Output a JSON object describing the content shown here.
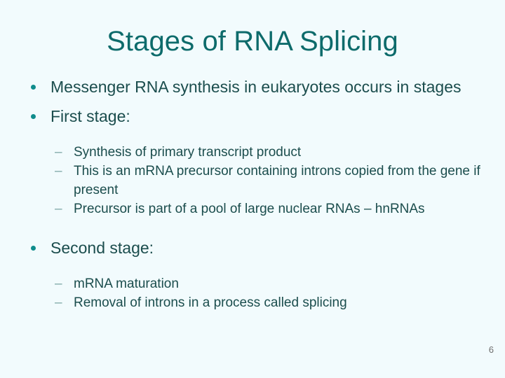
{
  "slide": {
    "title": "Stages of RNA Splicing",
    "page_number": "6",
    "colors": {
      "background": "#f2fbfd",
      "title_text": "#0d6b6b",
      "body_text": "#1b4d4d",
      "level1_bullet": "#0f8c8c",
      "level2_dash": "#7fa8a8",
      "page_number_text": "#6f6f6f"
    },
    "bullets": [
      {
        "level": 1,
        "marker": "•",
        "text": "Messenger RNA synthesis in eukaryotes occurs in stages"
      },
      {
        "level": 1,
        "marker": "•",
        "text": "First stage:"
      },
      {
        "level": 2,
        "marker": "–",
        "text": "Synthesis of primary transcript product"
      },
      {
        "level": 2,
        "marker": "–",
        "text": "This is an mRNA precursor containing introns copied from the gene if present"
      },
      {
        "level": 2,
        "marker": "–",
        "text": "Precursor is part of a pool of large nuclear RNAs – hnRNAs"
      },
      {
        "level": 1,
        "marker": "•",
        "text": "Second stage:"
      },
      {
        "level": 2,
        "marker": "–",
        "text": "mRNA maturation"
      },
      {
        "level": 2,
        "marker": "–",
        "text": "Removal of introns in a process called splicing"
      }
    ]
  }
}
